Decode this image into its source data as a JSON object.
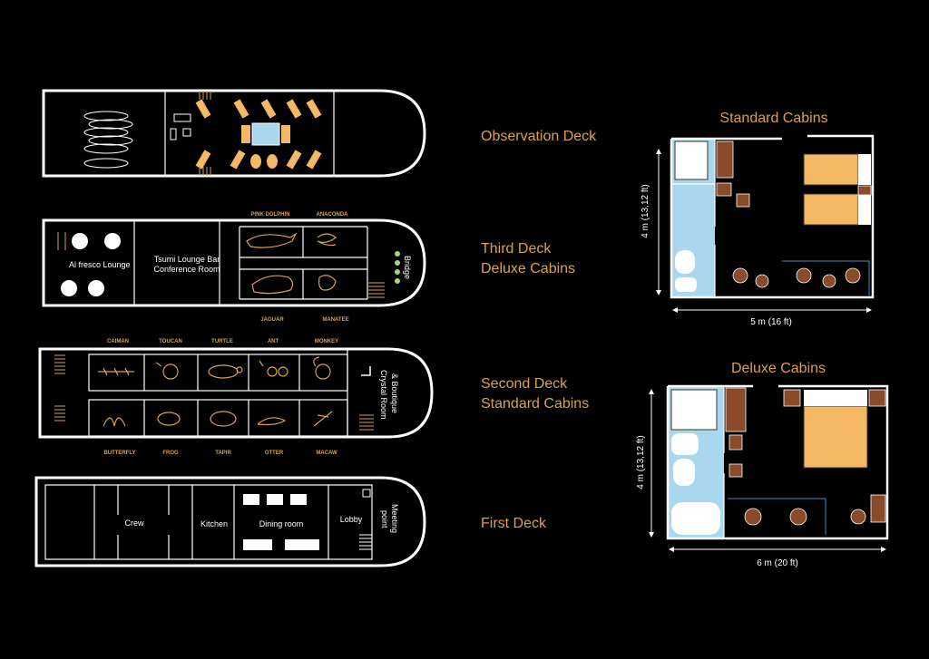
{
  "decks": {
    "observation": "Observation Deck",
    "third_line1": "Third Deck",
    "third_line2": "Deluxe Cabins",
    "second_line1": "Second Deck",
    "second_line2": "Standard Cabins",
    "first": "First Deck"
  },
  "third_deck": {
    "alfresco": "Al fresco Lounge",
    "tsumi_line1": "Tsumi Lounge Bar",
    "tsumi_line2": "Conference Room",
    "bridge": "Bridge",
    "cabins_top": [
      "PINK DOLPHIN",
      "ANACONDA"
    ],
    "cabins_bottom": [
      "JAGUAR",
      "MANATEE"
    ]
  },
  "second_deck": {
    "cabins_top": [
      "CAIMAN",
      "TOUCAN",
      "TURTLE",
      "ANT",
      "MONKEY"
    ],
    "cabins_bottom": [
      "BUTTERFLY",
      "FROG",
      "TAPIR",
      "OTTER",
      "MACAW"
    ],
    "crystal_line1": "Crystal Room",
    "crystal_line2": "& Boutique"
  },
  "first_deck": {
    "crew": "Crew",
    "kitchen": "Kitchen",
    "dining": "Dining room",
    "lobby": "Lobby",
    "meeting_line1": "Meeting",
    "meeting_line2": "point"
  },
  "standard_cabin": {
    "title": "Standard Cabins",
    "height_dim": "4  m (13,12 ft)",
    "width_dim": "5 m (16 ft)"
  },
  "deluxe_cabin": {
    "title": "Deluxe Cabins",
    "height_dim": "4  m (13,12 ft)",
    "width_dim": "6  m (20 ft)"
  },
  "colors": {
    "background": "#000000",
    "accent_gold": "#d9a24a",
    "bed": "#f5b966",
    "wood": "#8a4b2a",
    "bathroom": "#a9d8ee"
  }
}
